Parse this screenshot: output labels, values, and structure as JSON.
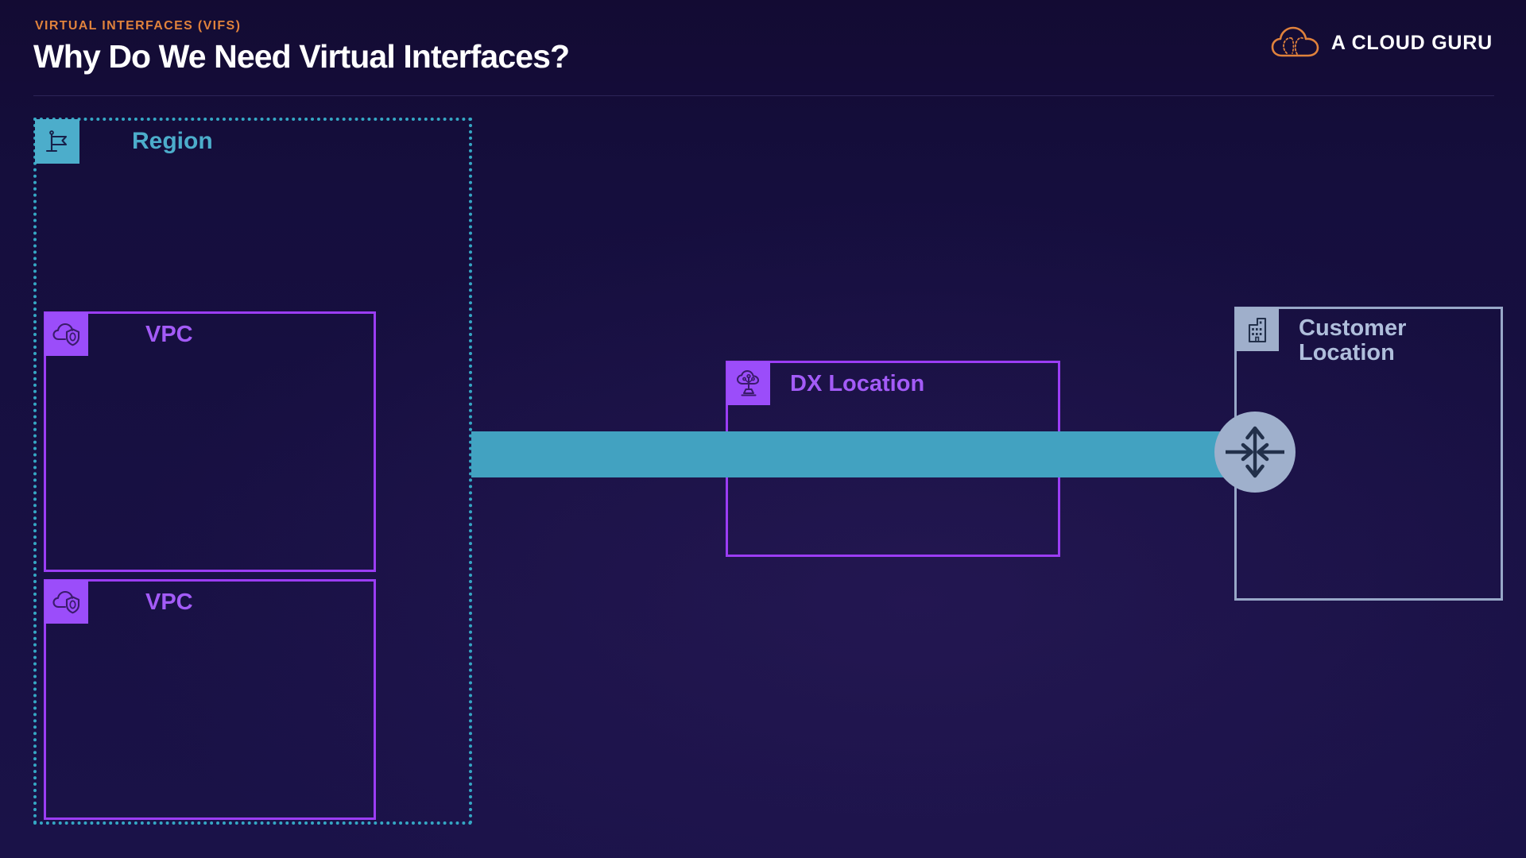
{
  "header": {
    "eyebrow": "VIRTUAL INTERFACES (VIFS)",
    "title": "Why Do We Need Virtual Interfaces?"
  },
  "brand": {
    "name": "A CLOUD GURU",
    "mark_icon": "cloud-outline-icon",
    "mark_color": "#E0823C"
  },
  "colors": {
    "background": "#150E3D",
    "accent_orange": "#E0823C",
    "accent_teal": "#4CADCB",
    "accent_purple": "#9B4DFA",
    "accent_steel": "#9FAFCB",
    "connection_bar": "#42A2C1",
    "title_white": "#FFFFFF",
    "divider": "#2C2458"
  },
  "diagram": {
    "nodes": [
      {
        "id": "region",
        "label": "Region",
        "icon": "flag-icon",
        "border_style": "dotted",
        "border_color": "#35A7C4",
        "label_color": "#4CADCB",
        "icon_bg": "#4CADCB"
      },
      {
        "id": "vpc-1",
        "label": "VPC",
        "icon": "cloud-shield-icon",
        "border_style": "solid",
        "border_color": "#9B3DF5",
        "label_color": "#A35BF7",
        "icon_bg": "#9B4DFA"
      },
      {
        "id": "vpc-2",
        "label": "VPC",
        "icon": "cloud-shield-icon",
        "border_style": "solid",
        "border_color": "#9B3DF5",
        "label_color": "#A35BF7",
        "icon_bg": "#9B4DFA"
      },
      {
        "id": "dx-location",
        "label": "DX Location",
        "icon": "cloud-tower-icon",
        "border_style": "solid",
        "border_color": "#9B3DF5",
        "label_color": "#A35BF7",
        "icon_bg": "#9B4DFA"
      },
      {
        "id": "customer-location",
        "label": "Customer\nLocation",
        "icon": "building-icon",
        "border_style": "solid",
        "border_color": "#98A8C8",
        "label_color": "#AFBEDB",
        "icon_bg": "#9FAFCB"
      }
    ],
    "connection": {
      "id": "direct-connect-link",
      "style": "solid-bar",
      "color": "#42A2C1",
      "from": "region",
      "to": "customer-location",
      "passes_through": "dx-location"
    },
    "router": {
      "id": "customer-router",
      "icon": "router-icon",
      "fill": "#9FB0CC",
      "glyph_color": "#22304A"
    }
  }
}
